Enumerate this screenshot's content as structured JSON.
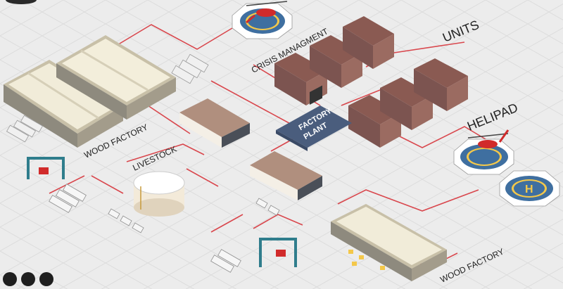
{
  "labels": {
    "units": "UNITS",
    "crisis": "CRISIS MANAGMENT",
    "helipad": "HELIPAD",
    "wood_factory_left": "WOOD FACTORY",
    "livestock": "LIVESTOCK",
    "wood_factory_bottom": "WOOD FACTORY",
    "center_line1": "FACTORY",
    "center_line2": "PLANT"
  },
  "colors": {
    "background": "#ececec",
    "grid": "#d7d7d7",
    "connector": "#d9474d",
    "roof_dark": "#8a5a52",
    "helipad": "#3f6fa0",
    "pad_panel": "#4a5d7d",
    "dots": "#1f1f1f"
  },
  "icons": {
    "helicopter": "helicopter-icon",
    "crane": "gantry-crane-icon",
    "tank": "silo-tank-icon",
    "truck": "truck-icon",
    "pager": "pager-dot-icon"
  }
}
